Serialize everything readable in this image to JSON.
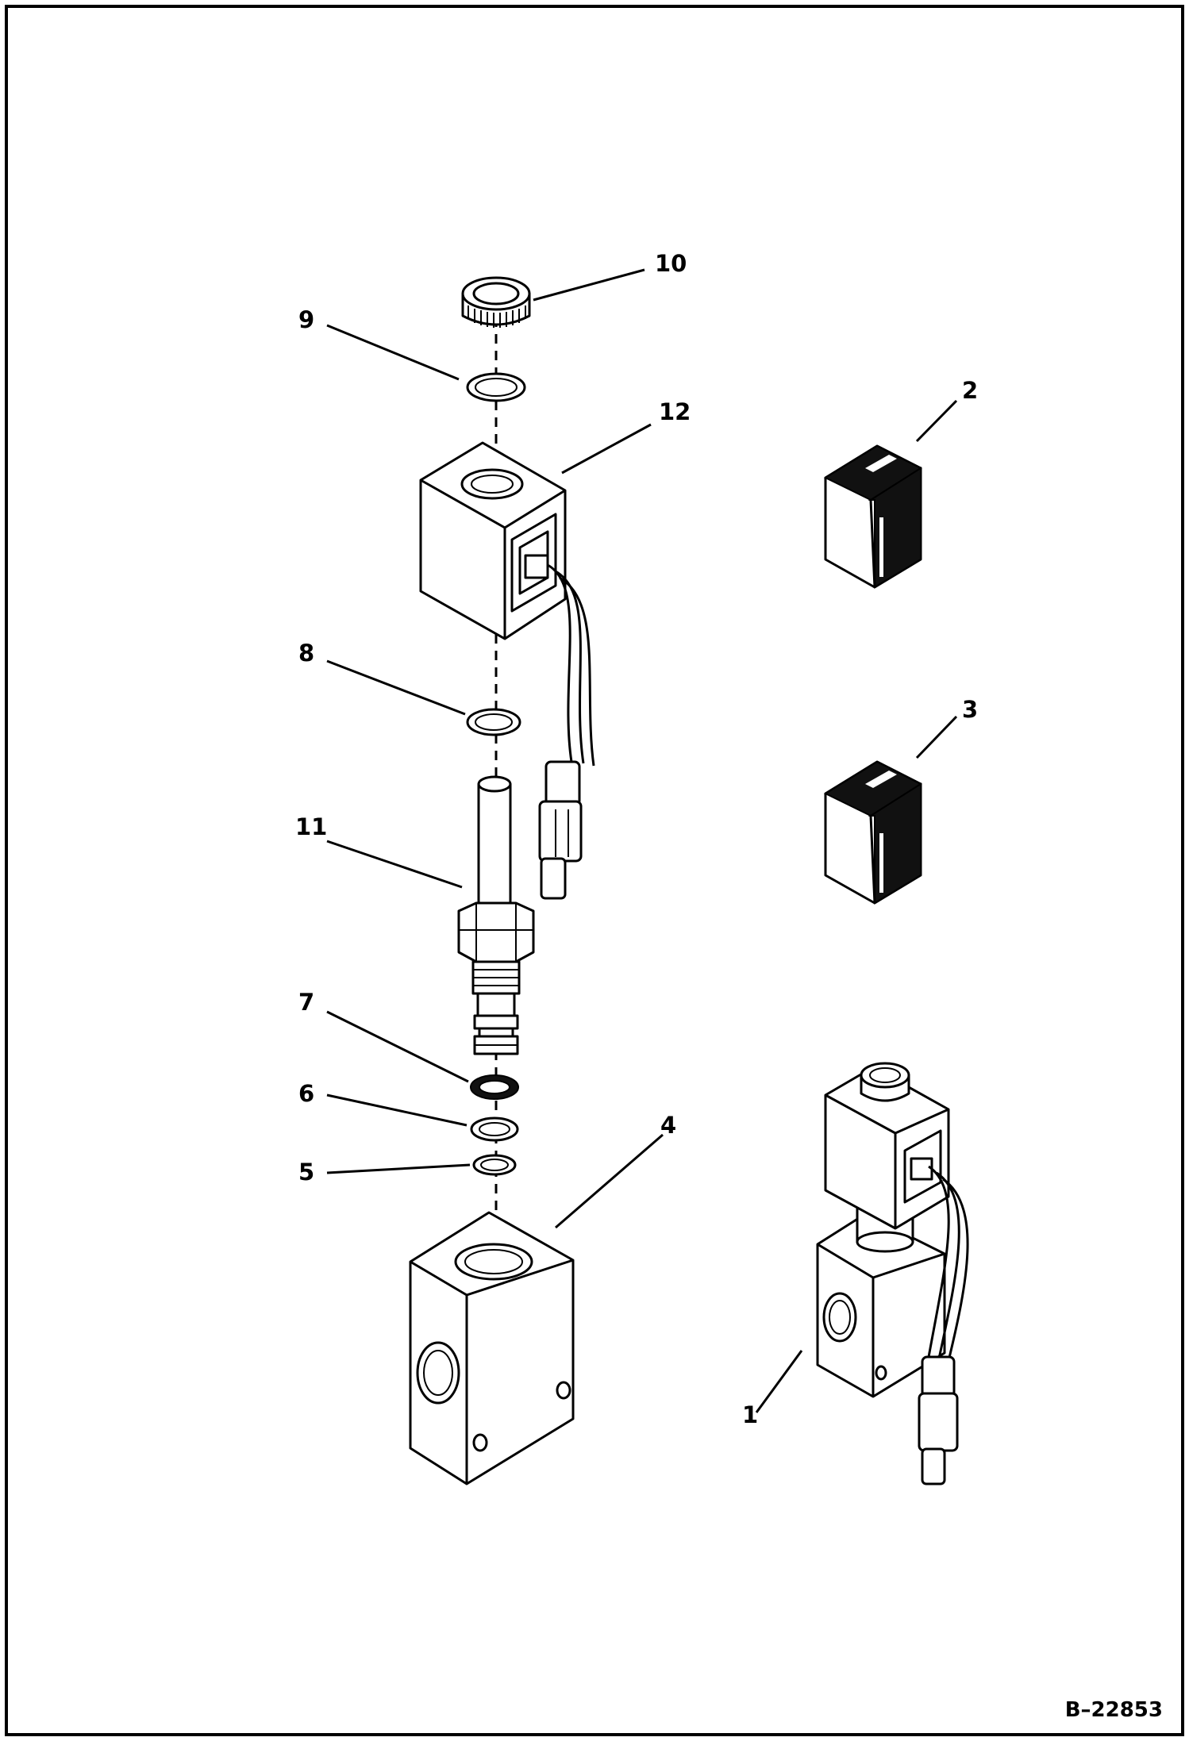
{
  "drawing": {
    "reference_number": "B–22853",
    "callouts": [
      {
        "id": "c1",
        "label": "1"
      },
      {
        "id": "c2",
        "label": "2"
      },
      {
        "id": "c3",
        "label": "3"
      },
      {
        "id": "c4",
        "label": "4"
      },
      {
        "id": "c5",
        "label": "5"
      },
      {
        "id": "c6",
        "label": "6"
      },
      {
        "id": "c7",
        "label": "7"
      },
      {
        "id": "c8",
        "label": "8"
      },
      {
        "id": "c9",
        "label": "9"
      },
      {
        "id": "c10",
        "label": "10"
      },
      {
        "id": "c11",
        "label": "11"
      },
      {
        "id": "c12",
        "label": "12"
      }
    ]
  }
}
